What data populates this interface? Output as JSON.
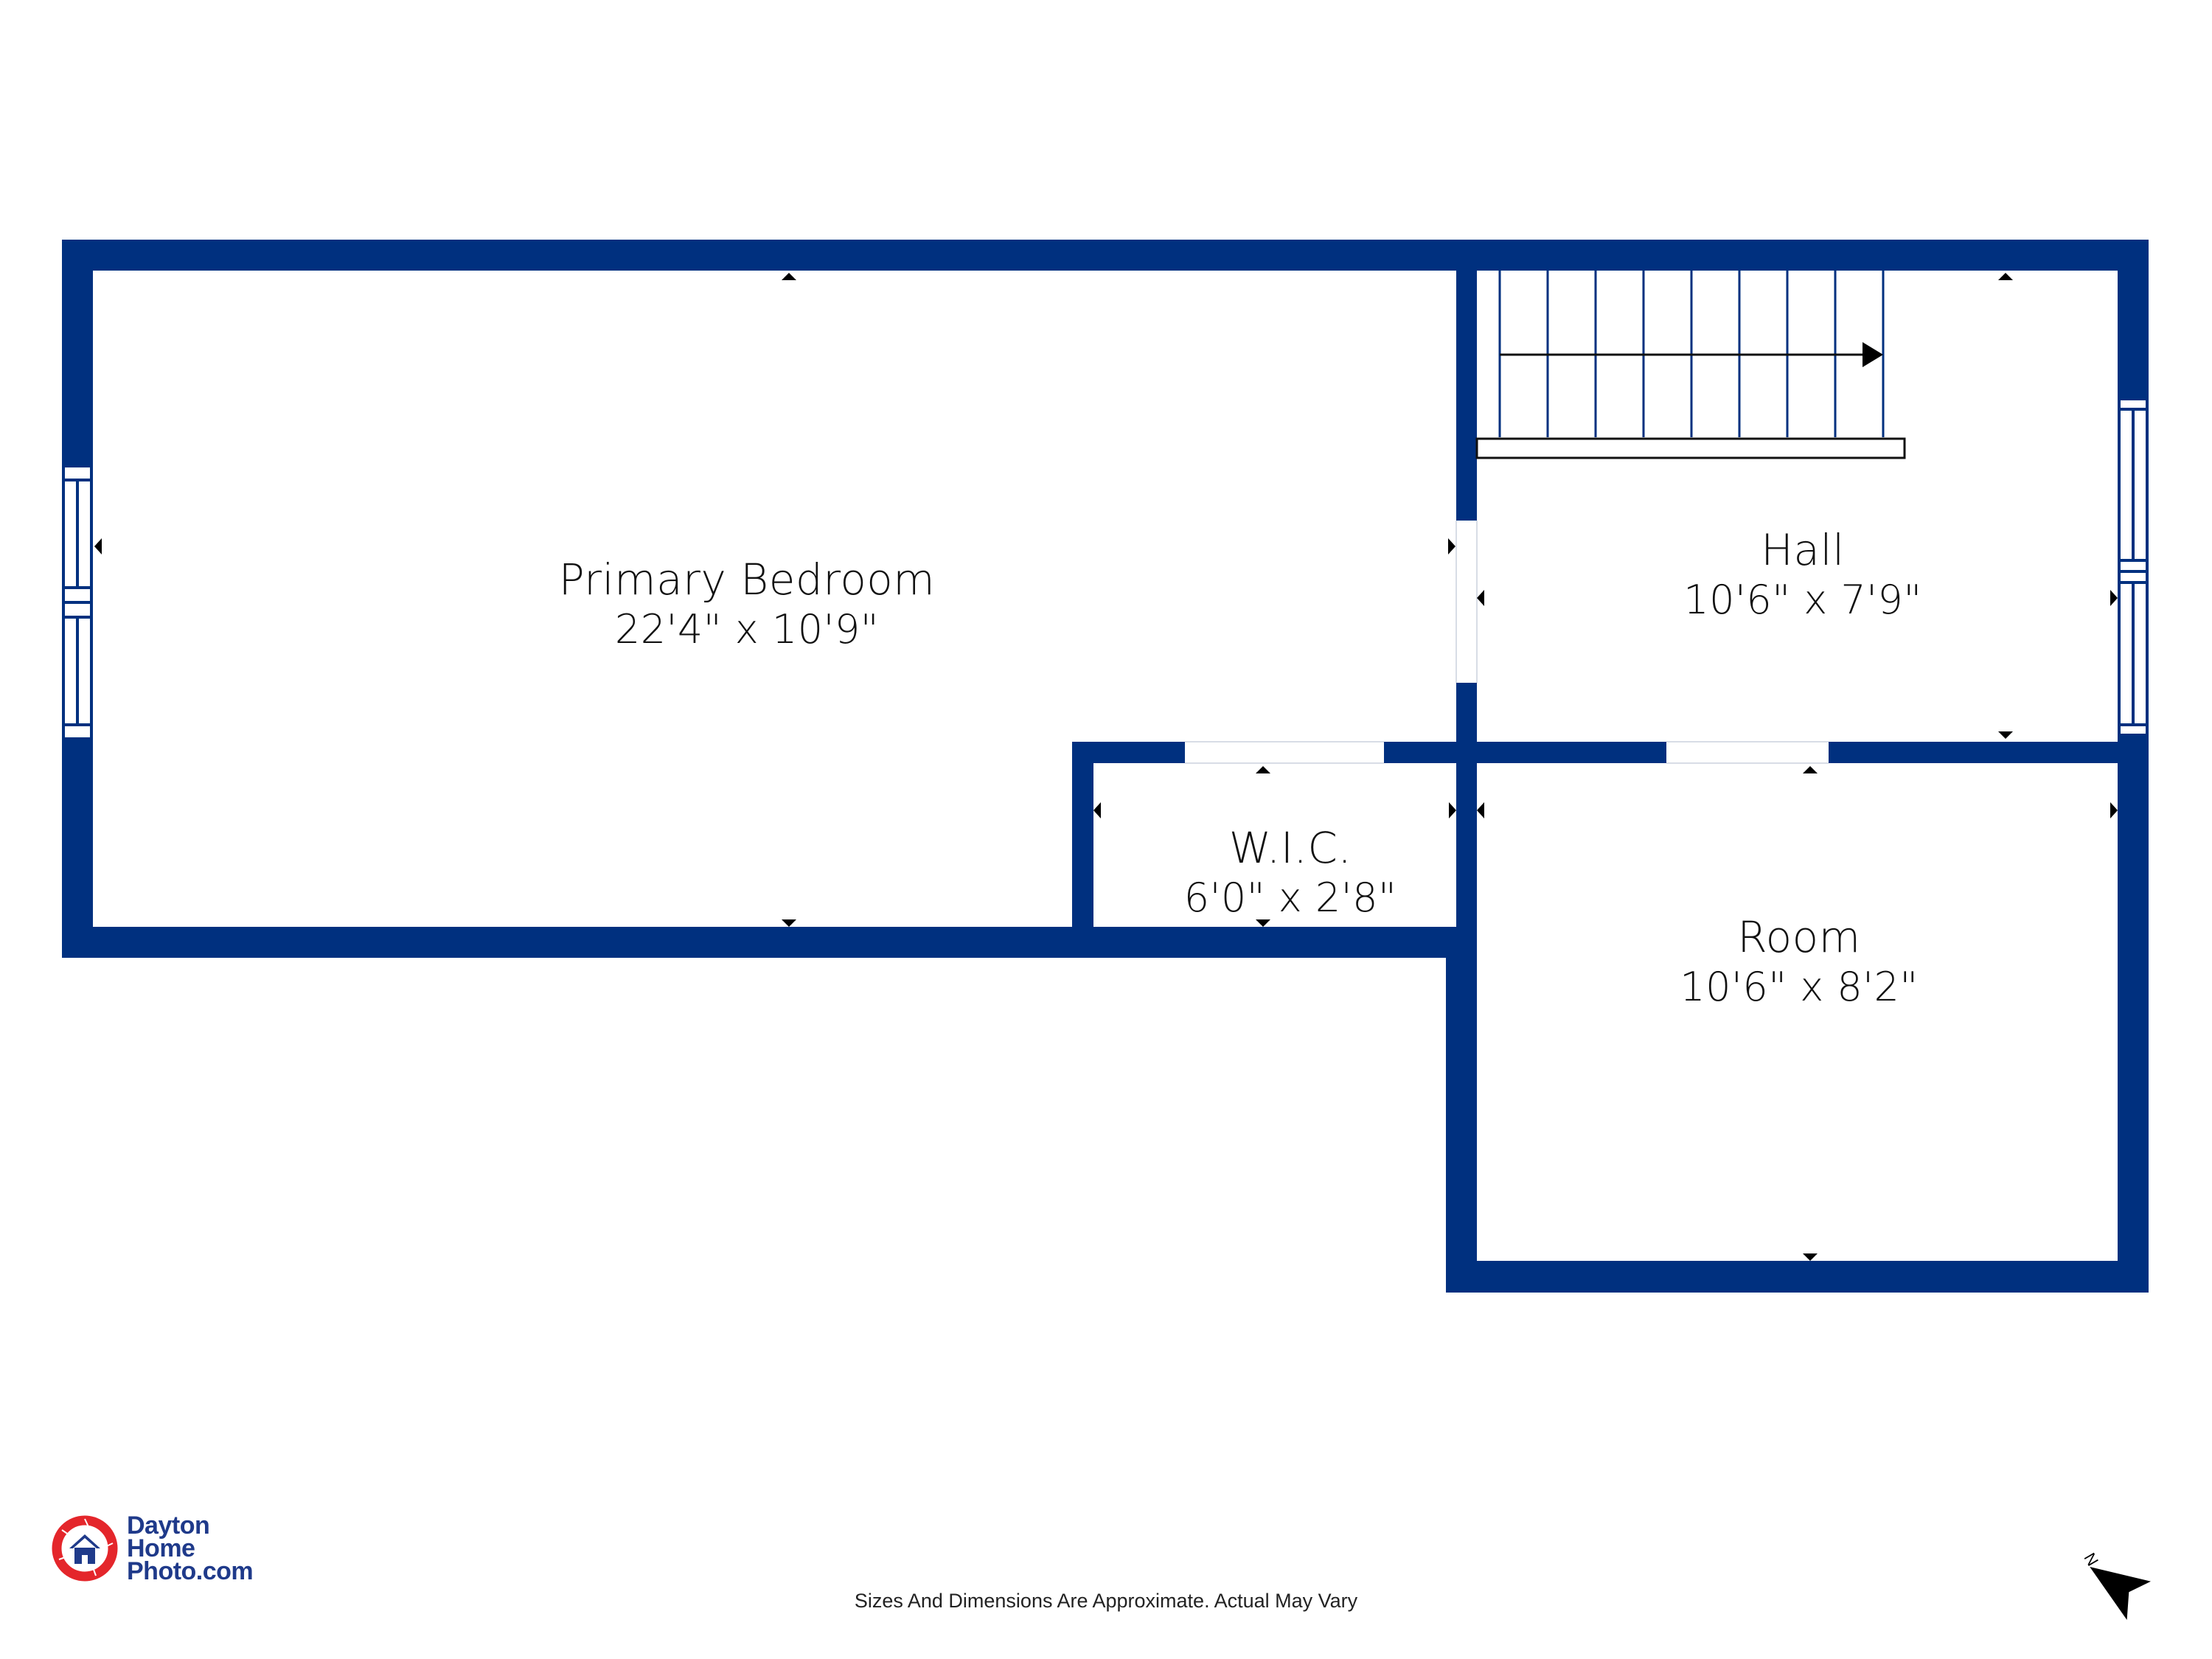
{
  "plan": {
    "wall_color": "#00307f",
    "window_line_color": "#00307f",
    "marker_color": "#000000",
    "rooms": [
      {
        "name": "Primary Bedroom",
        "dims": "22'4\" x 10'9\""
      },
      {
        "name": "Hall",
        "dims": "10'6\" x 7'9\""
      },
      {
        "name": "W.I.C.",
        "dims": "6'0\" x 2'8\""
      },
      {
        "name": "Room",
        "dims": "10'6\" x 8'2\""
      }
    ],
    "stairs": {
      "tread_count": 9,
      "direction": "right"
    }
  },
  "footer": {
    "disclaimer": "Sizes And Dimensions Are Approximate. Actual May Vary",
    "logo": {
      "line1": "Dayton",
      "line2": "Home",
      "line3": "Photo.com",
      "ring_color": "#e4262b",
      "brand_color": "#1f3a8a"
    },
    "compass": {
      "label": "N",
      "icon": "north-arrow-icon"
    }
  }
}
